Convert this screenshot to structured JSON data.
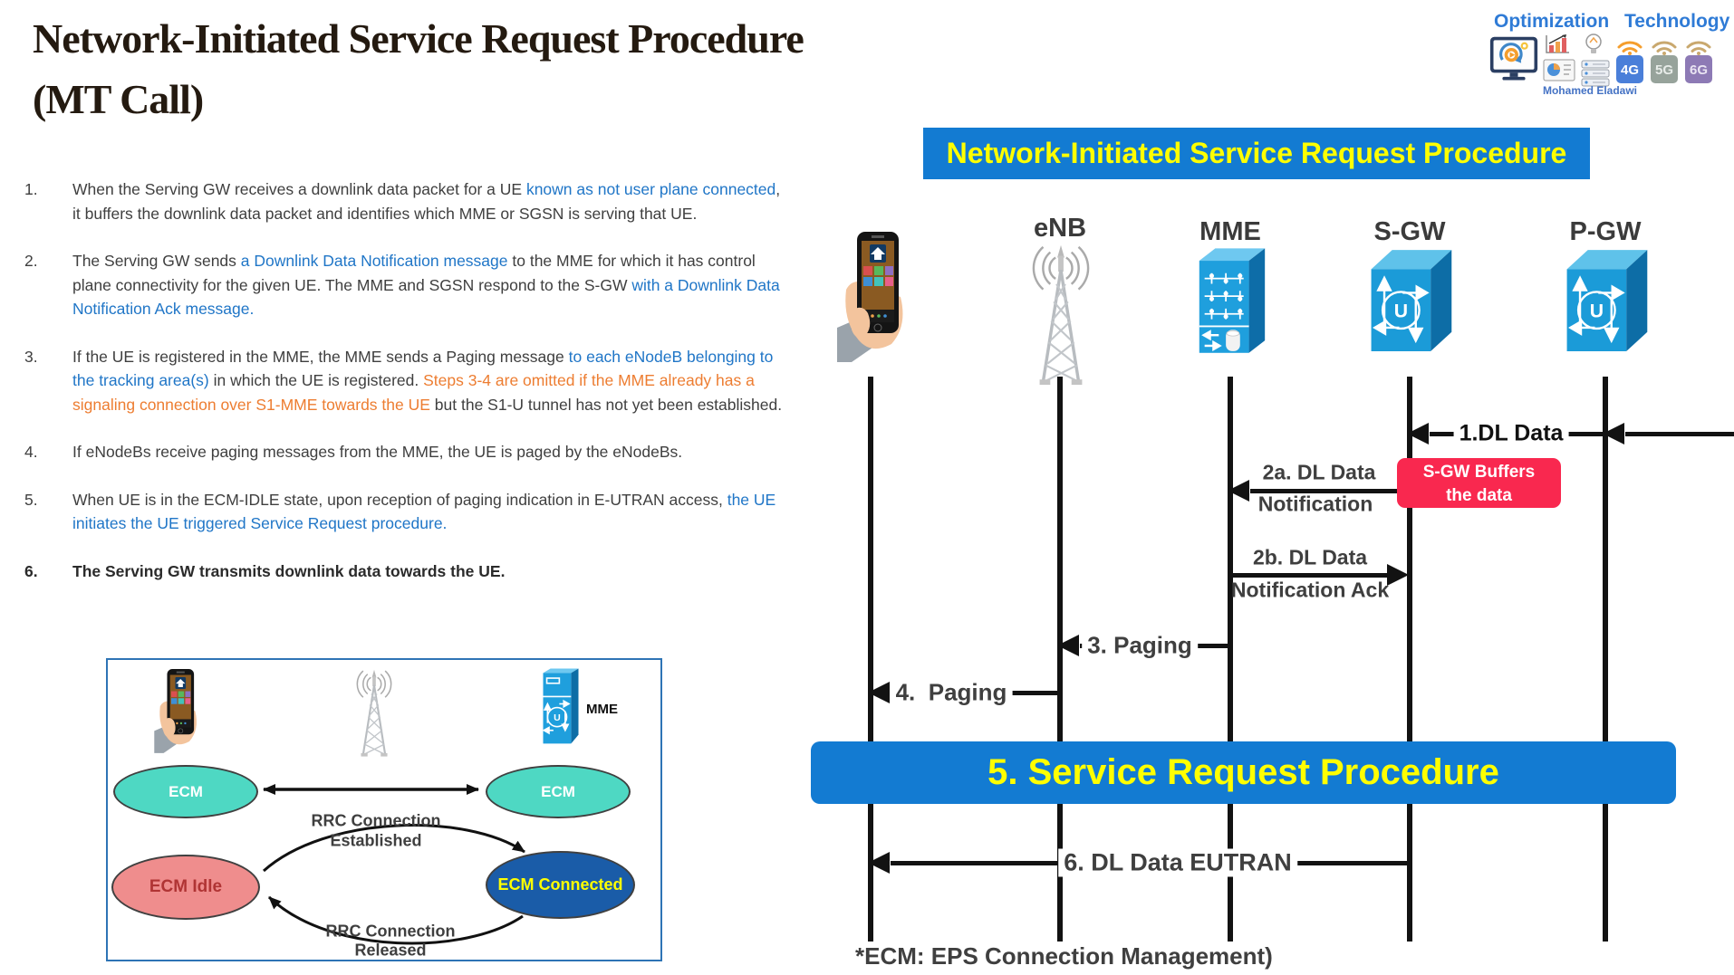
{
  "header": {
    "title_line1": "Network-Initiated Service Request Procedure",
    "title_line2": "(MT Call)"
  },
  "brand": {
    "word_left": "Optimization",
    "word_right": "Technology",
    "author": "Mohamed Eladawi",
    "badges": [
      "4G",
      "5G",
      "6G"
    ]
  },
  "steps": [
    {
      "num": "1.",
      "bold": false,
      "segments": [
        {
          "t": "When the Serving GW receives a downlink data packet for a UE ",
          "c": "dark"
        },
        {
          "t": "known as not user plane connected",
          "c": "blue"
        },
        {
          "t": ", it buffers the downlink data packet and identifies which MME or SGSN is serving that UE.",
          "c": "dark"
        }
      ]
    },
    {
      "num": "2.",
      "bold": false,
      "segments": [
        {
          "t": "The Serving GW sends ",
          "c": "dark"
        },
        {
          "t": "a Downlink Data Notification message",
          "c": "blue"
        },
        {
          "t": " to the MME for which it has control plane connectivity for the given UE. The MME and SGSN respond to the S-GW ",
          "c": "dark"
        },
        {
          "t": "with a Downlink Data Notification Ack message.",
          "c": "blue"
        }
      ]
    },
    {
      "num": "3.",
      "bold": false,
      "segments": [
        {
          "t": "If the UE is registered in the MME, the MME sends a Paging message ",
          "c": "dark"
        },
        {
          "t": "to each eNodeB belonging to the tracking area(s)",
          "c": "blue"
        },
        {
          "t": " in which the UE is registered. ",
          "c": "dark"
        },
        {
          "t": "Steps 3-4 are omitted if the MME already has a signaling connection over S1-MME towards the UE",
          "c": "orange"
        },
        {
          "t": " but the S1-U tunnel has not yet been established.",
          "c": "dark"
        }
      ]
    },
    {
      "num": "4.",
      "bold": false,
      "segments": [
        {
          "t": "If eNodeBs receive paging messages from the MME, the UE is paged by the eNodeBs.",
          "c": "dark"
        }
      ]
    },
    {
      "num": "5.",
      "bold": false,
      "segments": [
        {
          "t": "When UE is in the ECM-IDLE state, upon reception of paging indication in E-UTRAN access, ",
          "c": "dark"
        },
        {
          "t": "the UE initiates the UE triggered Service Request procedure.",
          "c": "blue"
        }
      ]
    },
    {
      "num": "6.",
      "bold": true,
      "segments": [
        {
          "t": "The Serving GW transmits downlink data towards the UE.",
          "c": "dark"
        }
      ]
    }
  ],
  "sequence": {
    "banner_top": "Network-Initiated Service Request Procedure",
    "entities": [
      "eNB",
      "MME",
      "S-GW",
      "P-GW"
    ],
    "gateway_letter": "U",
    "msg1": "1.DL Data",
    "msg2a": [
      "2a. DL Data",
      "Notification"
    ],
    "buffer_note": [
      "S-GW Buffers",
      "the data"
    ],
    "msg2b": [
      "2b. DL Data",
      "Notification Ack"
    ],
    "msg3": "3. Paging",
    "msg4": "4.  Paging",
    "banner5": "5. Service Request Procedure",
    "msg6": "6. DL Data EUTRAN",
    "footnote": "*ECM: EPS Connection Management)"
  },
  "ecm_figure": {
    "mme_label": "MME",
    "ecm_left": "ECM",
    "ecm_right": "ECM",
    "ecm_idle": "ECM Idle",
    "ecm_connected": "ECM Connected",
    "established": [
      "RRC Connection",
      "Established"
    ],
    "released": [
      "RRC Connection",
      "Released"
    ]
  },
  "colors": {
    "banner_blue": "#137BD2",
    "banner_text": "#FFFF00",
    "buffer_red": "#F9284F",
    "text_blue": "#2076C7",
    "text_orange": "#ED7D31",
    "body_gray": "#3F3F3F",
    "arrow_black": "#121212",
    "teal_state": "#4ED8C3",
    "idle_salmon": "#EF8D8D",
    "connected_blue": "#1A5CA8",
    "idle_text": "#B03434",
    "brand_blue": "#2F7BD6"
  }
}
